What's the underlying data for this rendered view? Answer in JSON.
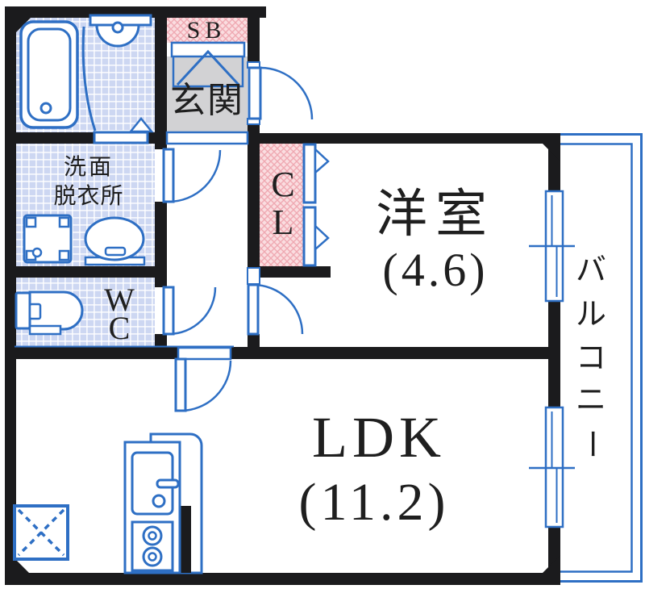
{
  "floorplan": {
    "rooms": {
      "shoe_box": {
        "label": "SB"
      },
      "entrance": {
        "label": "玄関"
      },
      "washroom": {
        "label_lines": [
          "洗面",
          "脱衣所"
        ]
      },
      "toilet": {
        "label_lines": [
          "W",
          "C"
        ]
      },
      "closet": {
        "label_lines": [
          "C",
          "L"
        ]
      },
      "western_room": {
        "label": "洋室",
        "area": "(4.6)"
      },
      "ldk": {
        "label": "LDK",
        "area": "(11.2)"
      },
      "balcony": {
        "label": "バルコニー",
        "label_chars": [
          "バ",
          "ル",
          "コ",
          "ニ",
          "ー"
        ]
      }
    },
    "colors": {
      "wall": "#1b1b1d",
      "line_blue": "#2e6fc4",
      "tile_blue": "#cdd7f2",
      "pink_fill": "#fadde0",
      "pink_hatch_line": "#efa9b2",
      "entrance_gray": "#d2d2d4",
      "label_text": "#1f1f1f"
    },
    "icons": {
      "bathtub-icon": "rounded-rect tub with drain",
      "shower-hinge-icon": "half-circle pivot on bath partition",
      "folding-door-icon": "rect leaf + triangle panel",
      "washing-machine-icon": "square with corner pads",
      "basin-icon": "oval sink",
      "toilet-icon": "tank + bowl",
      "door-swing-icon": "leaf + quarter arc",
      "sliding-window-icon": "double-line sash with center tick",
      "kitchen-unit-icon": "counter, sink, two-burner stove",
      "refrigerator-space-icon": "square with dashed X"
    }
  }
}
